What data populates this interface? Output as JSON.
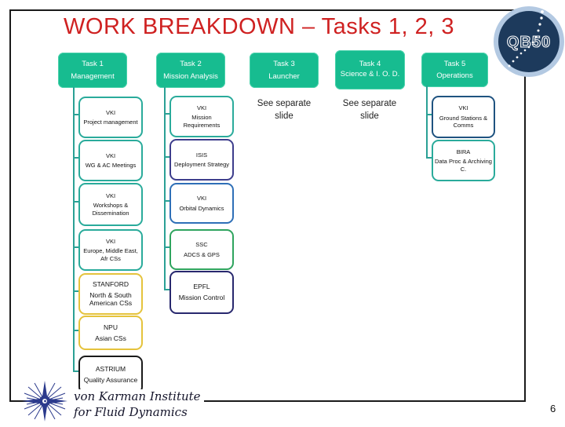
{
  "title": "WORK BREAKDOWN – Tasks 1, 2, 3",
  "page_number": "6",
  "brand_logo": {
    "name": "qb50-logo",
    "text": "QB50"
  },
  "footer": {
    "line1": "von Karman Institute",
    "line2": "for Fluid Dynamics"
  },
  "colors": {
    "title_red": "#cf2121",
    "header_fill": "#17bc90",
    "connector_teal": "#2aa095",
    "border_teal": "#2aab9b",
    "border_gold": "#e5c33c",
    "border_black": "#1a1a1a",
    "border_indigo": "#3d3d8c",
    "border_blue": "#2e6fb7",
    "border_green": "#2fa45e",
    "border_navy": "#28286e",
    "border_darkblue": "#1f5380",
    "logo_ring": "#b3c9e2",
    "logo_bg": "#1d3a5c"
  },
  "wbs": {
    "columns": [
      {
        "header": {
          "title": "Task 1",
          "subtitle": "Management"
        },
        "children": [
          {
            "org": "VKI",
            "desc": "Project management"
          },
          {
            "org": "VKI",
            "desc": "WG & AC Meetings"
          },
          {
            "org": "VKI",
            "desc": "Workshops & Dissemination"
          },
          {
            "org": "VKI",
            "desc": "Europe, Middle East, Afr CSs"
          },
          {
            "org": "STANFORD",
            "desc": "North & South American CSs"
          },
          {
            "org": "NPU",
            "desc": "Asian CSs"
          },
          {
            "org": "ASTRIUM",
            "desc": "Quality Assurance"
          }
        ]
      },
      {
        "header": {
          "title": "Task 2",
          "subtitle": "Mission Analysis"
        },
        "children": [
          {
            "org": "VKI",
            "desc": "Mission Requirements"
          },
          {
            "org": "ISIS",
            "desc": "Deployment Strategy"
          },
          {
            "org": "VKI",
            "desc": "Orbital Dynamics"
          },
          {
            "org": "SSC",
            "desc": "ADCS & GPS"
          },
          {
            "org": "EPFL",
            "desc": "Mission Control"
          }
        ]
      },
      {
        "header": {
          "title": "Task 3",
          "subtitle": "Launcher"
        },
        "note": "See separate slide"
      },
      {
        "header": {
          "title": "Task 4",
          "subtitle": "Science & I. O. D."
        },
        "note": "See separate slide"
      },
      {
        "header": {
          "title": "Task 5",
          "subtitle": "Operations"
        },
        "children": [
          {
            "org": "VKI",
            "desc": "Ground Stations & Comms"
          },
          {
            "org": "BIRA",
            "desc": "Data Proc & Archiving C."
          }
        ]
      }
    ]
  }
}
